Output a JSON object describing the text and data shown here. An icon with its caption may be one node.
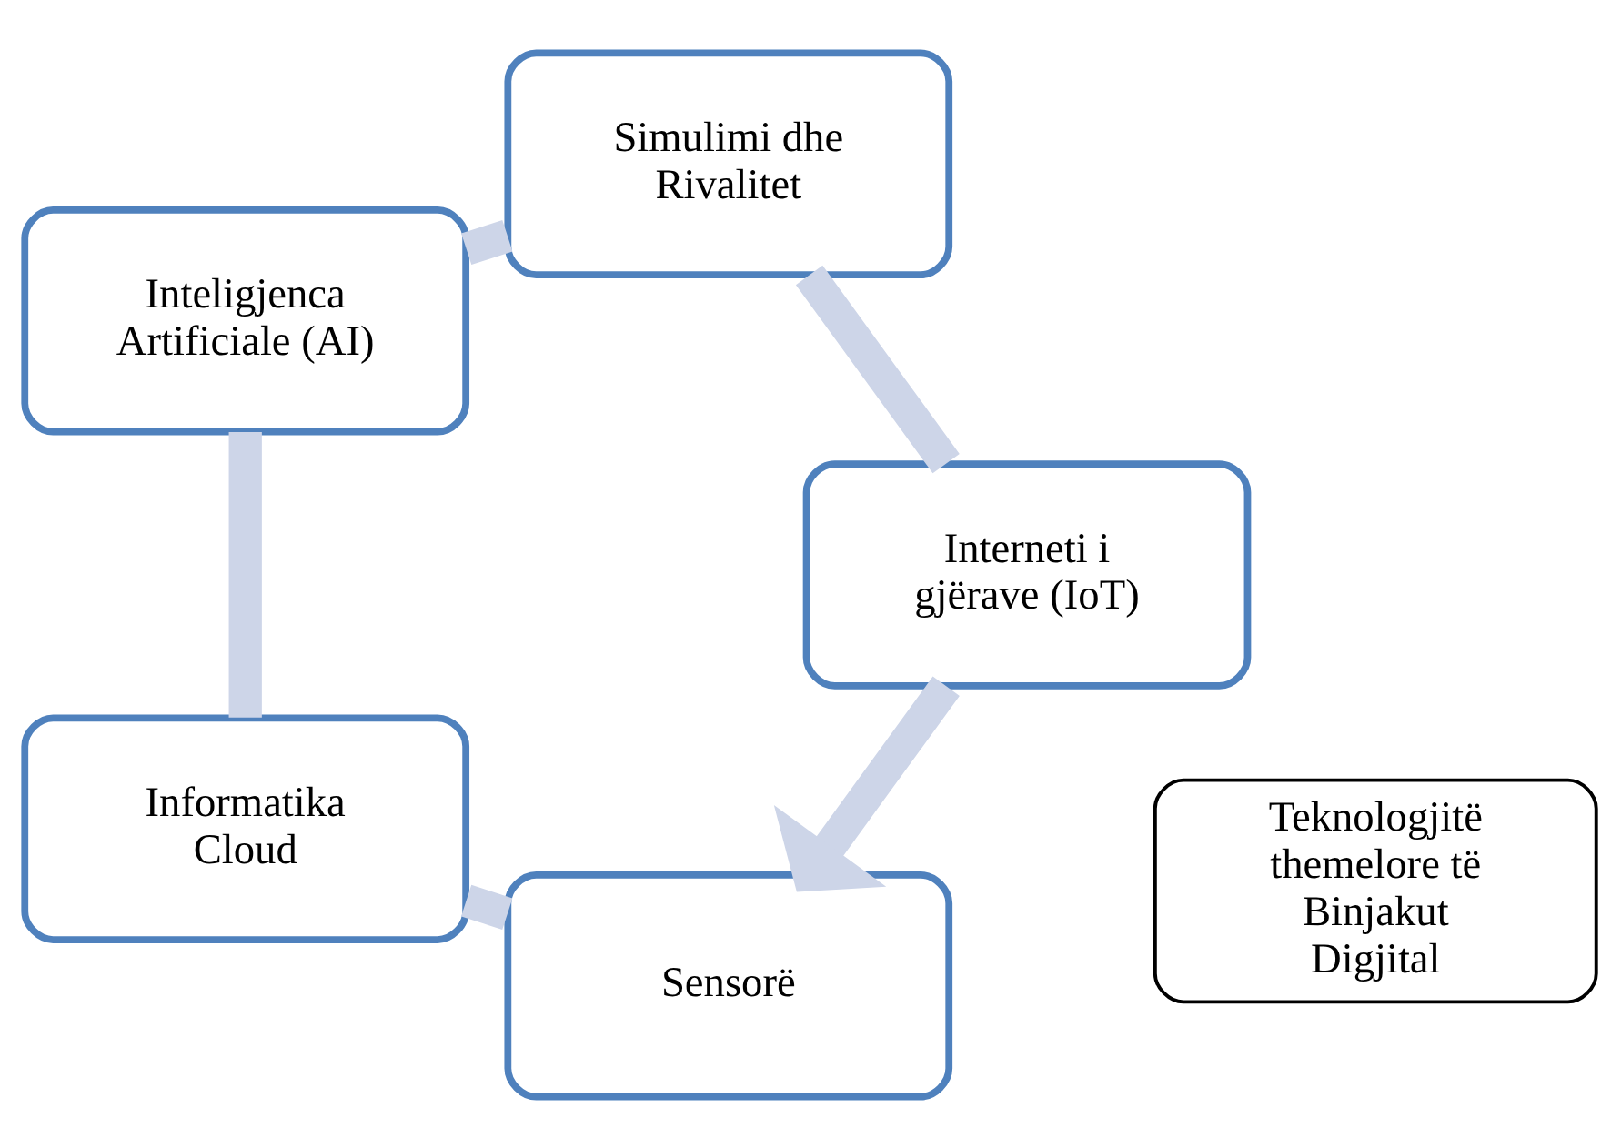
{
  "diagram": {
    "nodes": [
      {
        "text": [
          "Sensorë"
        ]
      },
      {
        "text": [
          "Interneti i gjërave (IoT)"
        ]
      },
      {
        "text": [
          "Teknologjitë themelore të Binjakut Digjital"
        ]
      },
      {
        "text": [
          "Informatika Cloud"
        ]
      },
      {
        "text": [
          "Simulimi dhe Rivalitet"
        ]
      },
      {
        "text": [
          "Inteligjenca Artificiale (AI)"
        ]
      }
    ],
    "edges": [
      {
        "from": 0,
        "to": 3,
        "arrow": "none"
      },
      {
        "from": 3,
        "to": 5,
        "arrow": "none"
      },
      {
        "from": 5,
        "to": 4,
        "arrow": "none"
      },
      {
        "from": 4,
        "to": 1,
        "arrow": "none"
      },
      {
        "from": 1,
        "to": 0,
        "arrow": "to"
      }
    ]
  }
}
